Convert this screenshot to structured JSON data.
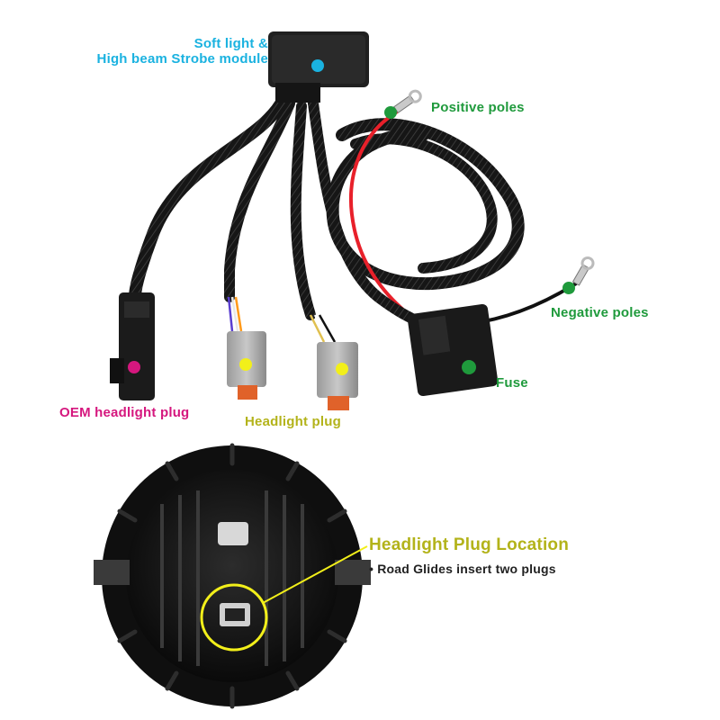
{
  "labels": {
    "module_line1": "Soft light &",
    "module_line2": "High beam Strobe module",
    "positive": "Positive poles",
    "negative": "Negative poles",
    "fuse": "Fuse",
    "oem_plug": "OEM headlight plug",
    "headlight_plug": "Headlight plug",
    "plug_location": "Headlight Plug Location",
    "plug_location_note": "• Road Glides insert two plugs"
  },
  "colors": {
    "module_label": "#1ab2e0",
    "poles_label": "#1f9a3c",
    "oem_label": "#d5177e",
    "headlight_label": "#b3b31a",
    "callout_circle": "#f2ef1a",
    "red_wire": "#e8202a",
    "black": "#1a1a1a"
  },
  "icons": {
    "module": "control-module-icon",
    "fuse": "fuse-holder-icon",
    "headlight": "round-headlight-icon"
  }
}
